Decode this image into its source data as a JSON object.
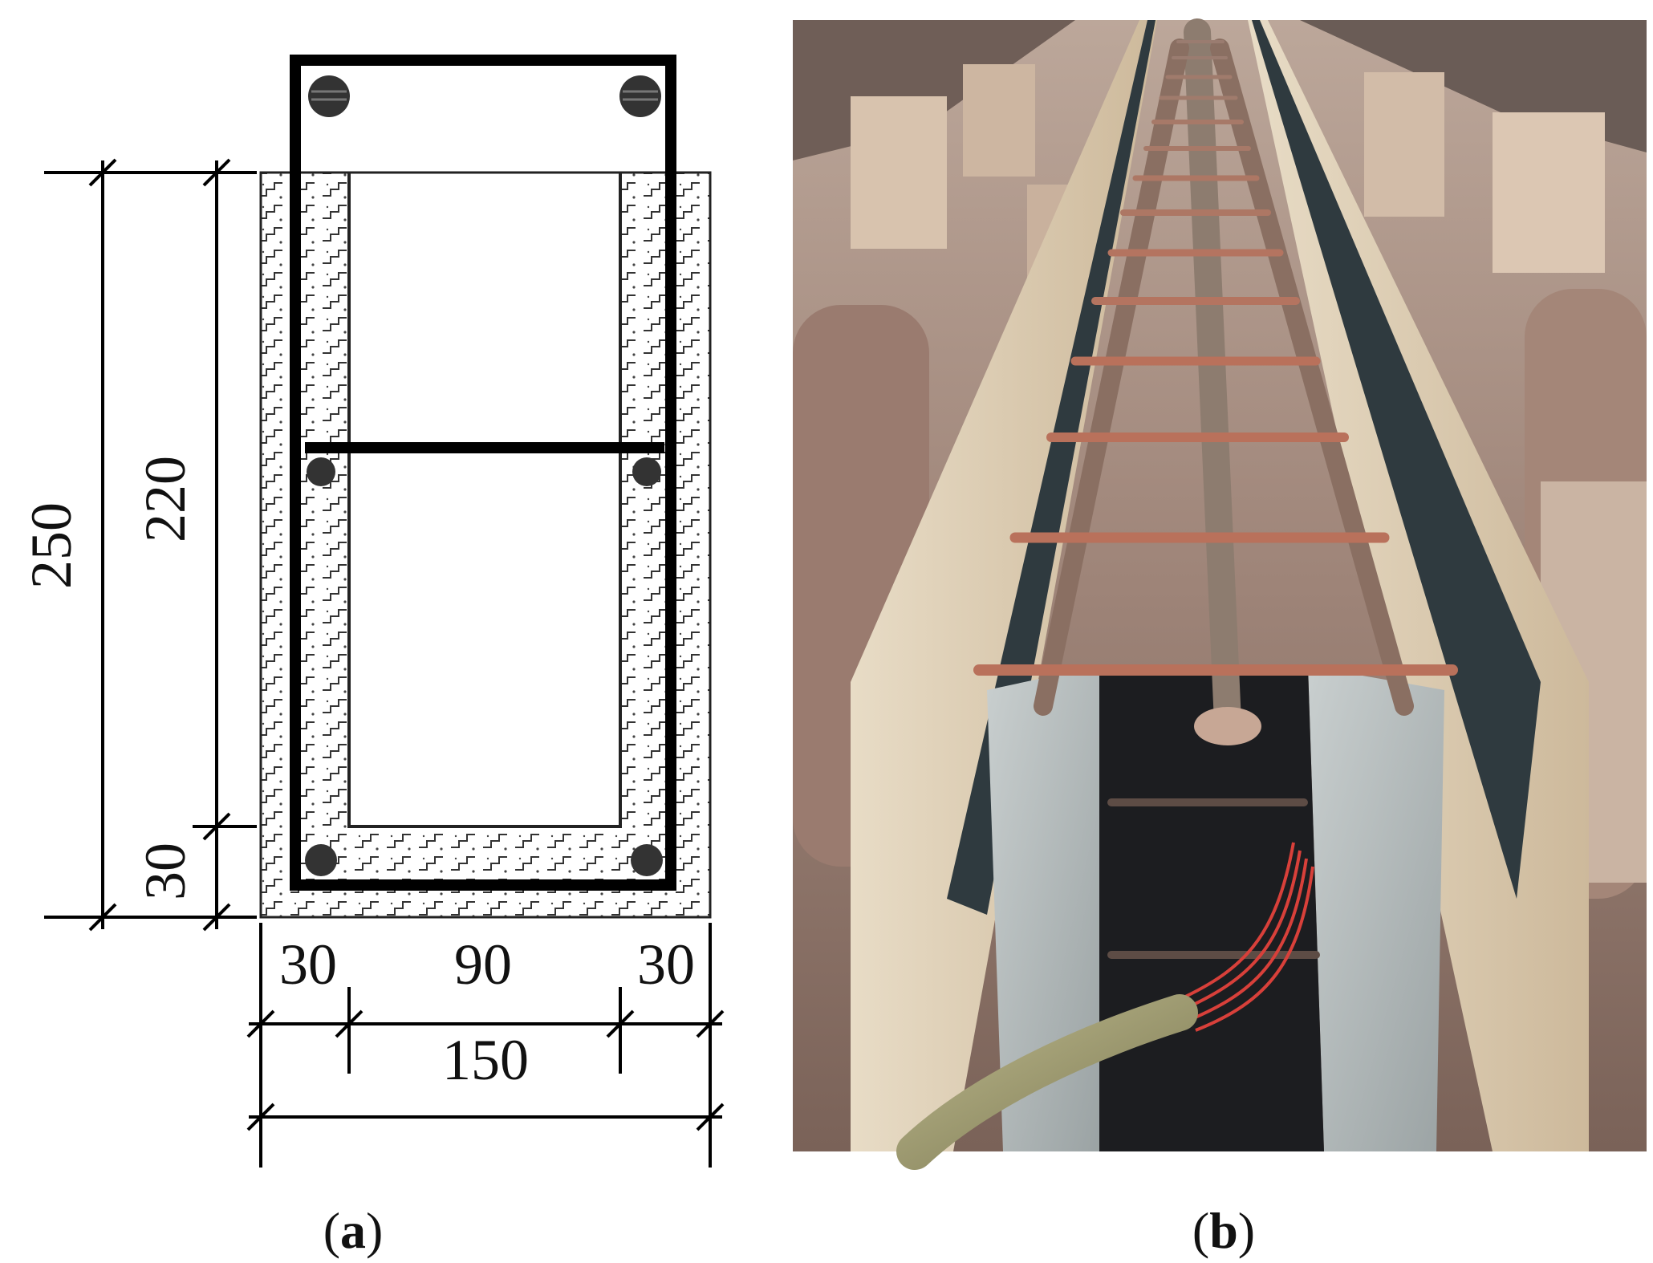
{
  "panel_a": {
    "caption_open": "(",
    "caption_letter": "a",
    "caption_close": ")",
    "dimensions": {
      "height_total": "250",
      "height_inner": "220",
      "height_bottom": "30",
      "width_left": "30",
      "width_middle": "90",
      "width_right": "30",
      "width_total": "150"
    }
  },
  "panel_b": {
    "caption_open": "(",
    "caption_letter": "b",
    "caption_close": ")"
  }
}
